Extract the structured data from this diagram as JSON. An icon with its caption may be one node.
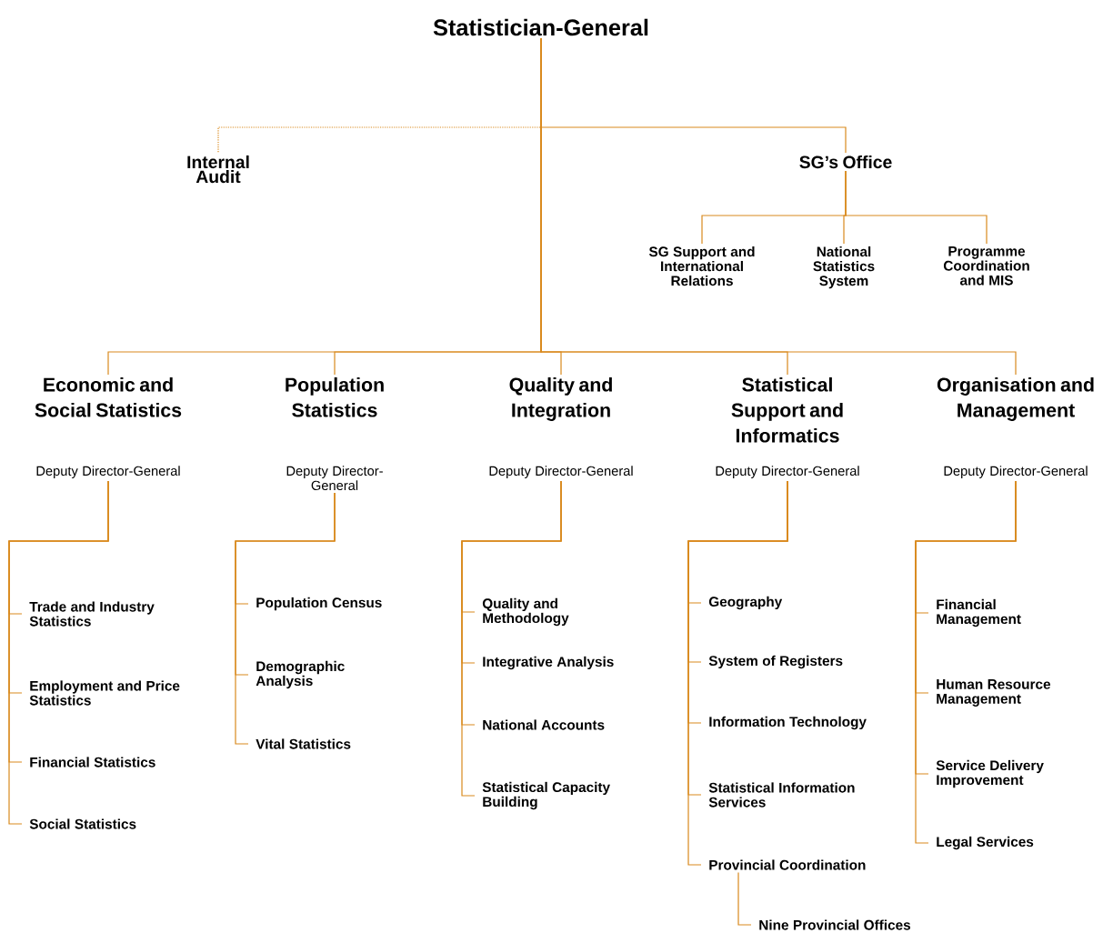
{
  "diagram": {
    "nodes": [
      {
        "text": [
          "Statistician-General"
        ]
      },
      {
        "text": [
          "Internal Audit"
        ]
      },
      {
        "text": [
          "SG’s Office"
        ]
      },
      {
        "text": [
          "SG Support and International Relations"
        ]
      },
      {
        "text": [
          "National Statistics System"
        ]
      },
      {
        "text": [
          "Programme Coordination and MIS"
        ]
      },
      {
        "text": [
          "Economic and Social Statistics",
          "Deputy Director-General"
        ]
      },
      {
        "text": [
          "Population Statistics",
          "Deputy Director-General"
        ]
      },
      {
        "text": [
          "Quality and Integration",
          "Deputy Director-General"
        ]
      },
      {
        "text": [
          "Statistical Support and Informatics",
          "Deputy Director-General"
        ]
      },
      {
        "text": [
          "Organisation and Management",
          "Deputy Director-General"
        ]
      },
      {
        "text": [
          "Trade and Industry Statistics"
        ]
      },
      {
        "text": [
          "Employment and Price Statistics"
        ]
      },
      {
        "text": [
          "Financial Statistics"
        ]
      },
      {
        "text": [
          "Social Statistics"
        ]
      },
      {
        "text": [
          "Population Census"
        ]
      },
      {
        "text": [
          "Demographic Analysis"
        ]
      },
      {
        "text": [
          "Vital Statistics"
        ]
      },
      {
        "text": [
          "Quality and Methodology"
        ]
      },
      {
        "text": [
          "Integrative Analysis"
        ]
      },
      {
        "text": [
          "National Accounts"
        ]
      },
      {
        "text": [
          "Statistical Capacity Building"
        ]
      },
      {
        "text": [
          "Geography"
        ]
      },
      {
        "text": [
          "System of Registers"
        ]
      },
      {
        "text": [
          "Information Technology"
        ]
      },
      {
        "text": [
          "Statistical Information Services"
        ]
      },
      {
        "text": [
          "Provincial Coordination"
        ]
      },
      {
        "text": [
          "Nine Provincial Offices"
        ]
      },
      {
        "text": [
          "Financial Management"
        ]
      },
      {
        "text": [
          "Human Resource Management"
        ]
      },
      {
        "text": [
          "Service Delivery Improvement"
        ]
      },
      {
        "text": [
          "Legal Services"
        ]
      }
    ],
    "edges": [
      {
        "from": 0,
        "to": 1,
        "arrow": "none",
        "style": "dashed"
      },
      {
        "from": 0,
        "to": 2,
        "arrow": "none"
      },
      {
        "from": 2,
        "to": 3,
        "arrow": "none"
      },
      {
        "from": 2,
        "to": 4,
        "arrow": "none"
      },
      {
        "from": 2,
        "to": 5,
        "arrow": "none"
      },
      {
        "from": 0,
        "to": 6,
        "arrow": "none"
      },
      {
        "from": 0,
        "to": 7,
        "arrow": "none"
      },
      {
        "from": 0,
        "to": 8,
        "arrow": "none"
      },
      {
        "from": 0,
        "to": 9,
        "arrow": "none"
      },
      {
        "from": 0,
        "to": 10,
        "arrow": "none"
      },
      {
        "from": 6,
        "to": 11,
        "arrow": "none"
      },
      {
        "from": 6,
        "to": 12,
        "arrow": "none"
      },
      {
        "from": 6,
        "to": 13,
        "arrow": "none"
      },
      {
        "from": 6,
        "to": 14,
        "arrow": "none"
      },
      {
        "from": 7,
        "to": 15,
        "arrow": "none"
      },
      {
        "from": 7,
        "to": 16,
        "arrow": "none"
      },
      {
        "from": 7,
        "to": 17,
        "arrow": "none"
      },
      {
        "from": 8,
        "to": 18,
        "arrow": "none"
      },
      {
        "from": 8,
        "to": 19,
        "arrow": "none"
      },
      {
        "from": 8,
        "to": 20,
        "arrow": "none"
      },
      {
        "from": 8,
        "to": 21,
        "arrow": "none"
      },
      {
        "from": 9,
        "to": 22,
        "arrow": "none"
      },
      {
        "from": 9,
        "to": 23,
        "arrow": "none"
      },
      {
        "from": 9,
        "to": 24,
        "arrow": "none"
      },
      {
        "from": 9,
        "to": 25,
        "arrow": "none"
      },
      {
        "from": 9,
        "to": 26,
        "arrow": "none"
      },
      {
        "from": 26,
        "to": 27,
        "arrow": "none"
      },
      {
        "from": 10,
        "to": 28,
        "arrow": "none"
      },
      {
        "from": 10,
        "to": 29,
        "arrow": "none"
      },
      {
        "from": 10,
        "to": 30,
        "arrow": "none"
      },
      {
        "from": 10,
        "to": 31,
        "arrow": "none"
      }
    ]
  }
}
